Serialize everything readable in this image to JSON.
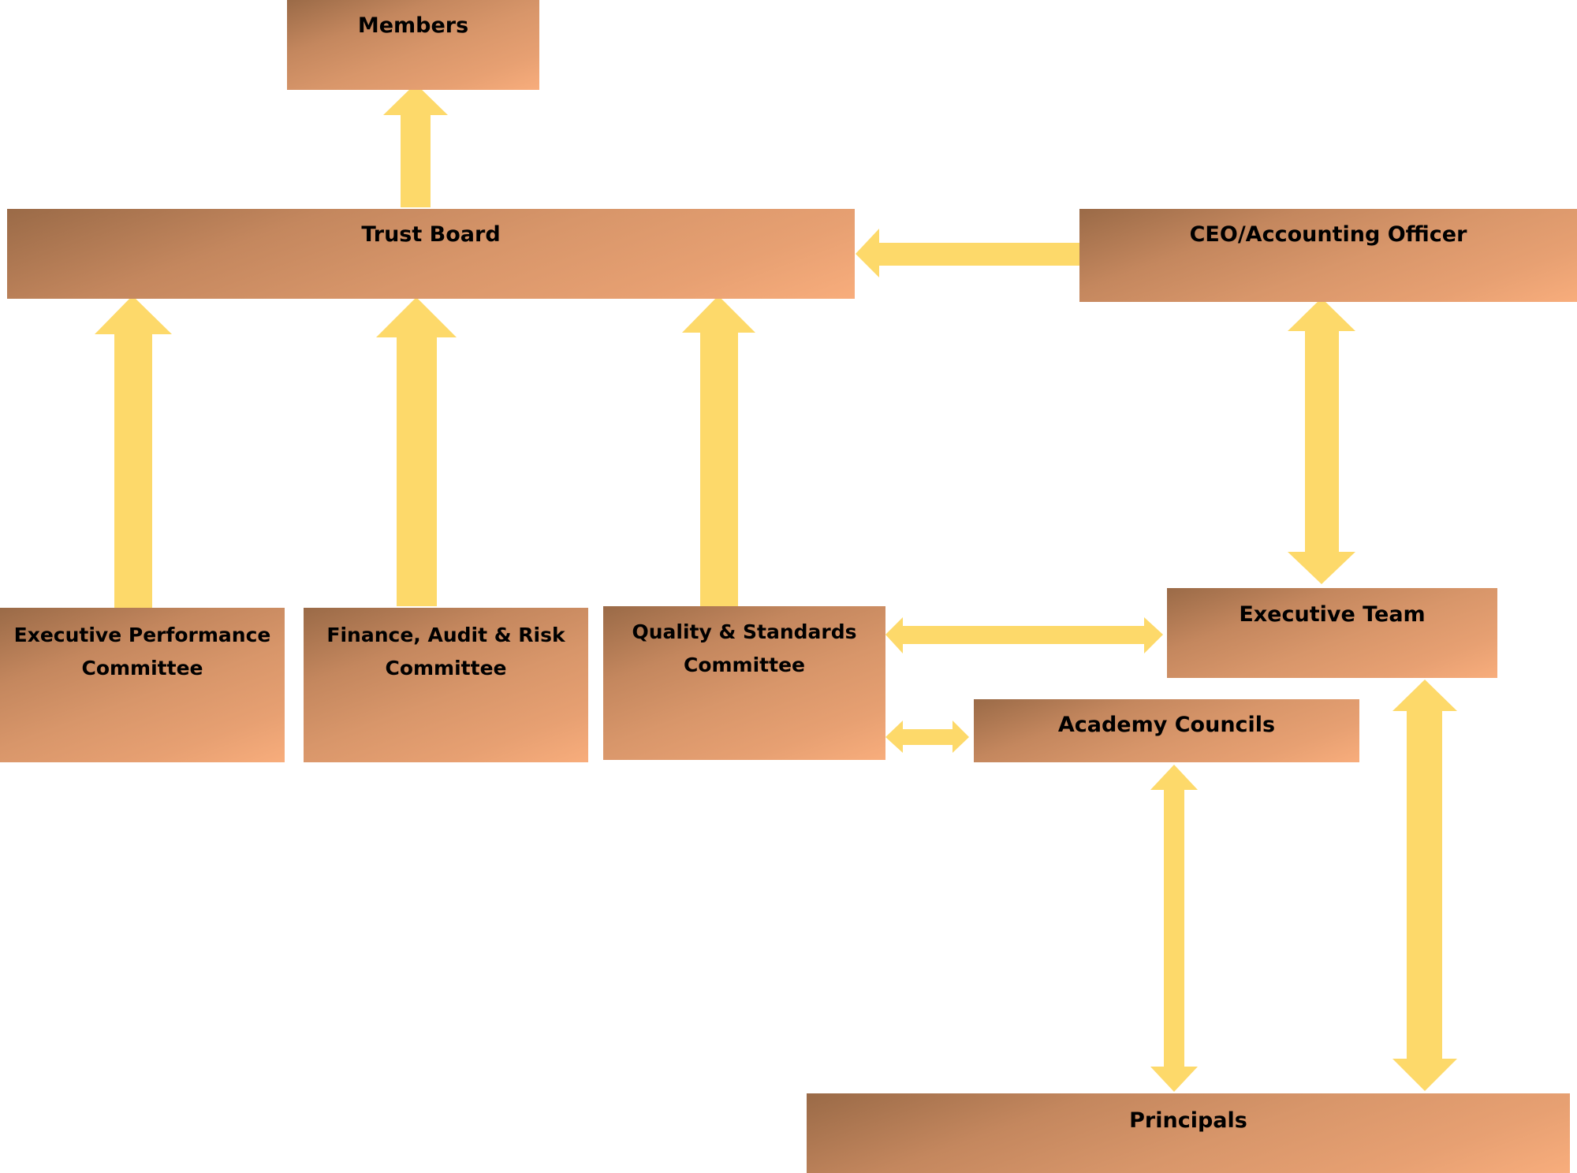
{
  "colors": {
    "box_dark": "#9a6a47",
    "box_light": "#f8ad7c",
    "arrow": "#fdd96a",
    "text": "#000000"
  },
  "nodes": {
    "members": "Members",
    "trust_board": "Trust Board",
    "ceo": "CEO/Accounting Officer",
    "exec_perf": [
      "Executive Performance",
      "Committee"
    ],
    "finance": [
      "Finance, Audit & Risk",
      "Committee"
    ],
    "quality": [
      "Quality & Standards",
      "Committee"
    ],
    "exec_team": "Executive Team",
    "academy": "Academy Councils",
    "principals": "Principals"
  },
  "edges": [
    {
      "from": "Trust Board",
      "to": "Members",
      "type": "one-way"
    },
    {
      "from": "CEO/Accounting Officer",
      "to": "Trust Board",
      "type": "one-way"
    },
    {
      "from": "Executive Performance Committee",
      "to": "Trust Board",
      "type": "one-way"
    },
    {
      "from": "Finance, Audit & Risk Committee",
      "to": "Trust Board",
      "type": "one-way"
    },
    {
      "from": "Quality & Standards Committee",
      "to": "Trust Board",
      "type": "one-way"
    },
    {
      "from": "CEO/Accounting Officer",
      "to": "Executive Team",
      "type": "two-way"
    },
    {
      "from": "Quality & Standards Committee",
      "to": "Executive Team",
      "type": "two-way"
    },
    {
      "from": "Quality & Standards Committee",
      "to": "Academy Councils",
      "type": "two-way"
    },
    {
      "from": "Academy Councils",
      "to": "Principals",
      "type": "two-way"
    },
    {
      "from": "Executive Team",
      "to": "Principals",
      "type": "two-way"
    }
  ]
}
